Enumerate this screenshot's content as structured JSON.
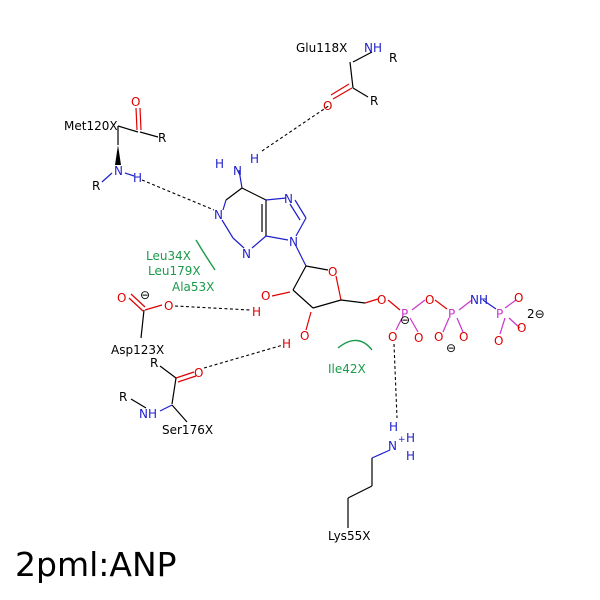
{
  "title": "2pml:ANP",
  "colors": {
    "carbon": "#000000",
    "oxygen": "#e00000",
    "nitrogen": "#1f1fcc",
    "phosphorus": "#cc33cc",
    "hydrophobic": "#1a9a4a"
  },
  "residues": {
    "glu118": "Glu118X",
    "met120": "Met120X",
    "asp123": "Asp123X",
    "ser176": "Ser176X",
    "lys55": "Lys55X"
  },
  "hydrophobic_contacts": {
    "leu34": "Leu34X",
    "leu179": "Leu179X",
    "ala53": "Ala53X",
    "ile42": "Ile42X"
  },
  "atoms": {
    "r": "R",
    "o": "O",
    "n": "N",
    "h": "H",
    "nh": "NH",
    "p": "P",
    "minus": "⊖",
    "charge_2minus": "2⊖",
    "plus": "+"
  }
}
